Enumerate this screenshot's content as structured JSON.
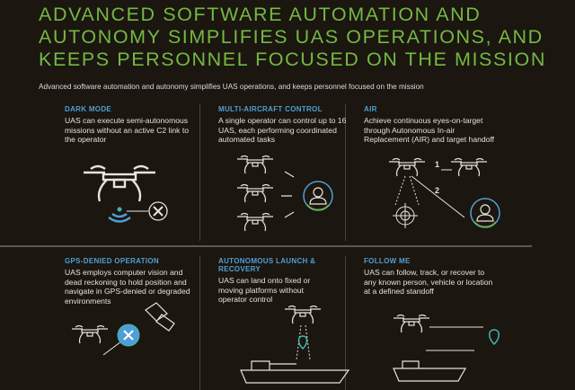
{
  "title": [
    "ADVANCED SOFTWARE AUTOMATION AND",
    "AUTONOMY SIMPLIFIES UAS OPERATIONS, AND",
    "KEEPS PERSONNEL FOCUSED ON THE MISSION"
  ],
  "subtitle": "Advanced software automation and autonomy simplifies UAS operations, and keeps personnel focused on the mission",
  "colors": {
    "background": "#1b160f",
    "title": "#74b843",
    "heading": "#4f9fd6"
  },
  "cards": [
    {
      "heading": "DARK MODE",
      "text": "UAS can execute semi-autonomous missions without an active C2 link to the operator",
      "icon": "drone-no-signal-icon"
    },
    {
      "heading": "MULTI-AIRCRAFT CONTROL",
      "text": "A single operator can control up to 16 UAS, each performing coordinated automated tasks",
      "icon": "multi-drone-operator-icon"
    },
    {
      "heading": "AIR",
      "text": "Achieve continuous eyes-on-target through Autonomous In-air Replacement (AIR) and target handoff",
      "icon": "drone-handoff-icon",
      "steps": [
        "1",
        "2"
      ]
    },
    {
      "heading": "GPS-DENIED OPERATION",
      "text": "UAS employs computer vision and dead reckoning to hold position and navigate in GPS-denied or degraded environments",
      "icon": "satellite-denied-icon"
    },
    {
      "heading": "AUTONOMOUS LAUNCH & RECOVERY",
      "text": "UAS can land onto fixed or moving platforms without operator control",
      "icon": "ship-landing-icon"
    },
    {
      "heading": "FOLLOW ME",
      "text": "UAS can follow, track, or recover to any known person, vehicle or location at a defined standoff",
      "icon": "follow-icon"
    }
  ]
}
